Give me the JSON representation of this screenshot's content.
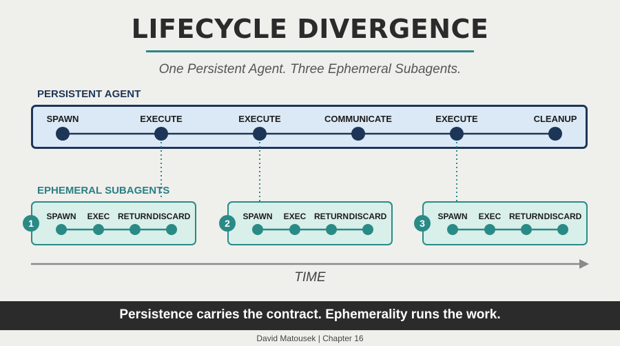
{
  "header": {
    "title": "LIFECYCLE DIVERGENCE",
    "subtitle": "One Persistent Agent. Three Ephemeral Subagents."
  },
  "persistent": {
    "label": "PERSISTENT AGENT",
    "stages": [
      "SPAWN",
      "EXECUTE",
      "EXECUTE",
      "COMMUNICATE",
      "EXECUTE",
      "CLEANUP"
    ]
  },
  "ephemeral": {
    "label": "EPHEMERAL SUBAGENTS",
    "subagents": [
      {
        "number": "1",
        "stages": [
          "SPAWN",
          "EXEC",
          "RETURN",
          "DISCARD"
        ]
      },
      {
        "number": "2",
        "stages": [
          "SPAWN",
          "EXEC",
          "RETURN",
          "DISCARD"
        ]
      },
      {
        "number": "3",
        "stages": [
          "SPAWN",
          "EXEC",
          "RETURN",
          "DISCARD"
        ]
      }
    ]
  },
  "timeline": {
    "label": "TIME"
  },
  "footer": {
    "tagline": "Persistence carries the contract. Ephemerality runs the work.",
    "credit": "David Matousek | Chapter 16"
  },
  "colors": {
    "navy": "#1d3557",
    "teal": "#2a8a86",
    "persistent_fill": "#dbe9f6",
    "ephemeral_fill": "#d8efea",
    "banner": "#2b2b2b"
  }
}
